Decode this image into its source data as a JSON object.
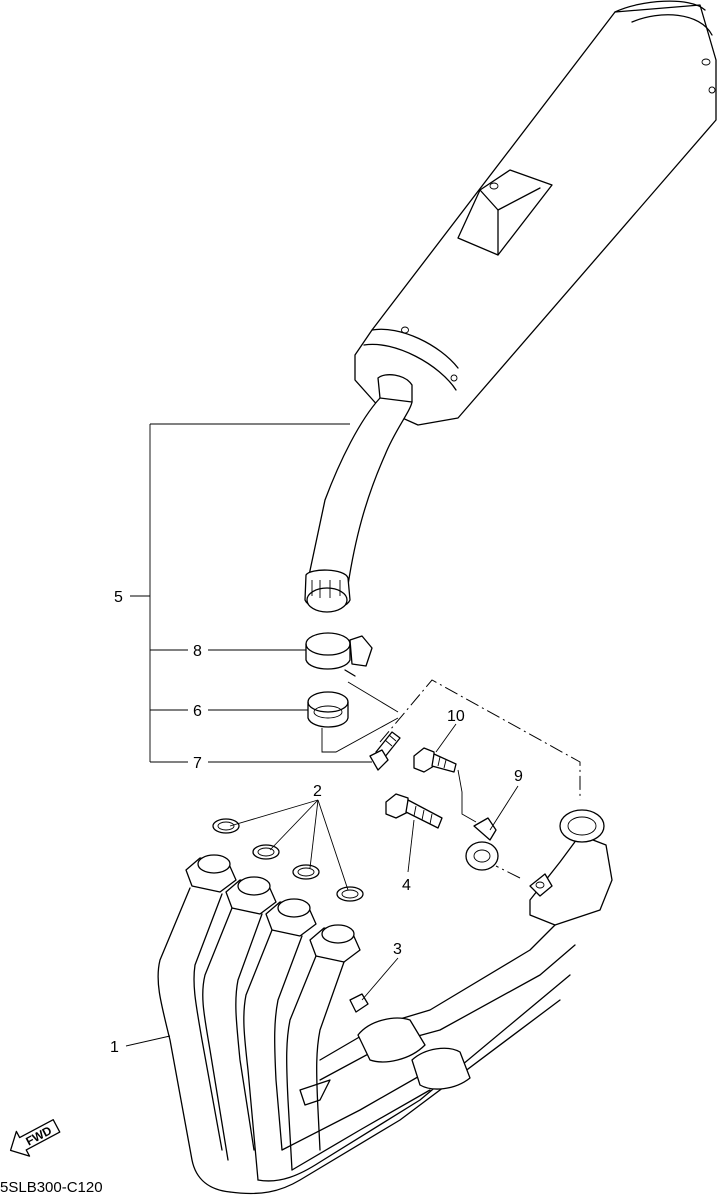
{
  "diagram": {
    "callouts": [
      {
        "id": "1",
        "label": "1"
      },
      {
        "id": "2",
        "label": "2"
      },
      {
        "id": "3",
        "label": "3"
      },
      {
        "id": "4",
        "label": "4"
      },
      {
        "id": "5",
        "label": "5"
      },
      {
        "id": "6",
        "label": "6"
      },
      {
        "id": "7",
        "label": "7"
      },
      {
        "id": "8",
        "label": "8"
      },
      {
        "id": "9",
        "label": "9"
      },
      {
        "id": "10",
        "label": "10"
      }
    ],
    "direction_badge": "FWD",
    "figure_code": "5SLB300-C120"
  }
}
